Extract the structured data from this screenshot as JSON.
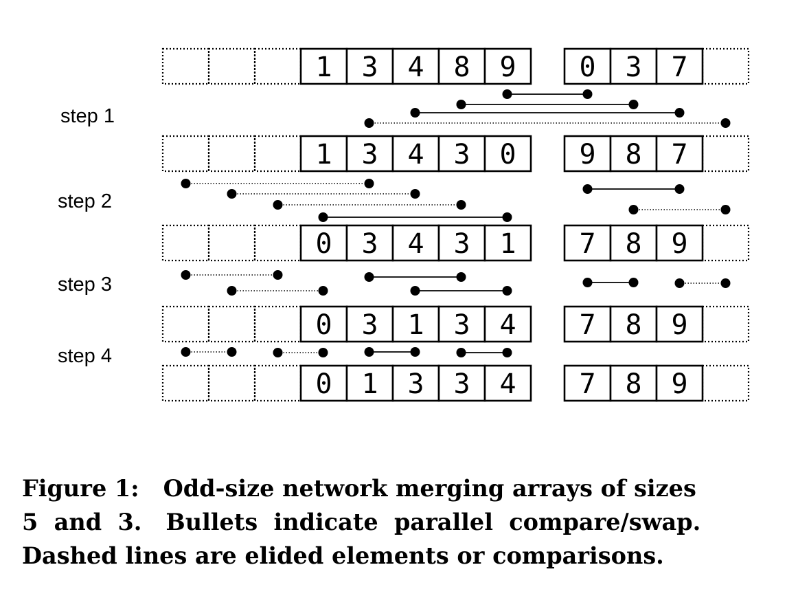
{
  "steps": [
    "step 1",
    "step 2",
    "step 3",
    "step 4"
  ],
  "rows": [
    {
      "left": [
        "1",
        "3",
        "4",
        "8",
        "9"
      ],
      "right": [
        "0",
        "3",
        "7"
      ]
    },
    {
      "left": [
        "1",
        "3",
        "4",
        "3",
        "0"
      ],
      "right": [
        "9",
        "8",
        "7"
      ]
    },
    {
      "left": [
        "0",
        "3",
        "4",
        "3",
        "1"
      ],
      "right": [
        "7",
        "8",
        "9"
      ]
    },
    {
      "left": [
        "0",
        "3",
        "1",
        "3",
        "4"
      ],
      "right": [
        "7",
        "8",
        "9"
      ]
    },
    {
      "left": [
        "0",
        "1",
        "3",
        "3",
        "4"
      ],
      "right": [
        "7",
        "8",
        "9"
      ]
    }
  ],
  "comparators": [
    [
      {
        "from": "left-4",
        "to": "right-0",
        "style": "solid"
      },
      {
        "from": "left-3",
        "to": "right-1",
        "style": "solid"
      },
      {
        "from": "left-2",
        "to": "right-2",
        "style": "solid"
      },
      {
        "from": "left-1",
        "to": "right-pad",
        "style": "dotted"
      }
    ],
    [
      {
        "from": "pad-0",
        "to": "left-1",
        "style": "dotted"
      },
      {
        "from": "pad-1",
        "to": "left-2",
        "style": "dotted"
      },
      {
        "from": "pad-2",
        "to": "left-3",
        "style": "dotted"
      },
      {
        "from": "left-0",
        "to": "left-4",
        "style": "solid"
      },
      {
        "from": "right-0",
        "to": "right-2",
        "style": "solid"
      },
      {
        "from": "right-1",
        "to": "right-pad",
        "style": "dotted"
      }
    ],
    [
      {
        "from": "pad-0",
        "to": "pad-2",
        "style": "dotted"
      },
      {
        "from": "pad-1",
        "to": "left-0",
        "style": "dotted"
      },
      {
        "from": "left-1",
        "to": "left-3",
        "style": "solid"
      },
      {
        "from": "left-2",
        "to": "left-4",
        "style": "solid"
      },
      {
        "from": "right-0",
        "to": "right-1",
        "style": "solid"
      },
      {
        "from": "right-2",
        "to": "right-pad",
        "style": "dotted"
      }
    ],
    [
      {
        "from": "pad-0",
        "to": "pad-1",
        "style": "dotted"
      },
      {
        "from": "pad-2",
        "to": "left-0",
        "style": "dotted"
      },
      {
        "from": "left-1",
        "to": "left-2",
        "style": "solid"
      },
      {
        "from": "left-3",
        "to": "left-4",
        "style": "solid"
      }
    ]
  ],
  "caption": [
    "Figure 1:   Odd-size network merging arrays of sizes",
    "5  and  3.   Bullets  indicate  parallel  compare/swap.",
    "Dashed lines are elided elements or comparisons."
  ]
}
